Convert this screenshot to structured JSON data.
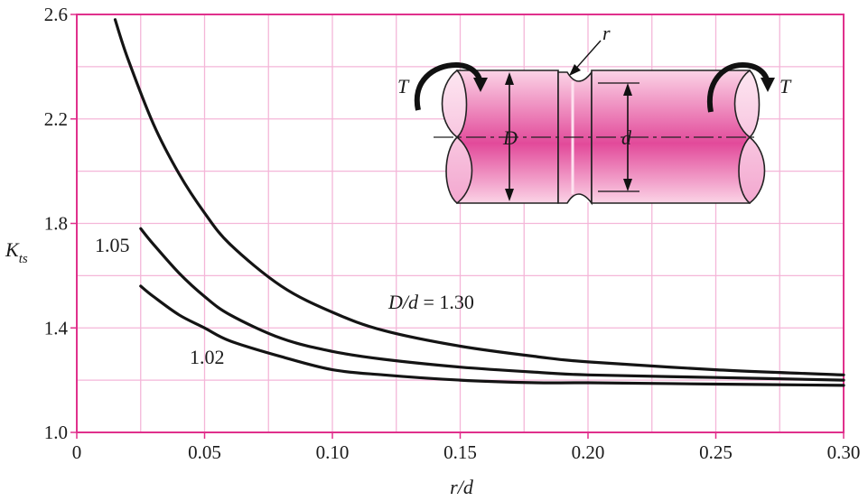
{
  "chart_data": {
    "type": "line",
    "xlabel": "r/d",
    "ylabel": "K_ts",
    "xlim": [
      0,
      0.3
    ],
    "ylim": [
      1.0,
      2.6
    ],
    "x_ticks": [
      "0",
      "0.05",
      "0.10",
      "0.15",
      "0.20",
      "0.25",
      "0.30"
    ],
    "y_ticks": [
      "1.0",
      "1.4",
      "1.8",
      "2.2",
      "2.6"
    ],
    "grid": true,
    "series": [
      {
        "name": "D/d = 1.30",
        "x": [
          0.015,
          0.02,
          0.03,
          0.04,
          0.05,
          0.06,
          0.08,
          0.1,
          0.12,
          0.15,
          0.18,
          0.2,
          0.25,
          0.3
        ],
        "values": [
          2.58,
          2.43,
          2.18,
          1.99,
          1.84,
          1.72,
          1.56,
          1.46,
          1.39,
          1.33,
          1.29,
          1.27,
          1.24,
          1.22
        ]
      },
      {
        "name": "1.05",
        "x": [
          0.025,
          0.03,
          0.04,
          0.05,
          0.06,
          0.08,
          0.1,
          0.12,
          0.15,
          0.18,
          0.2,
          0.25,
          0.3
        ],
        "values": [
          1.78,
          1.72,
          1.61,
          1.52,
          1.45,
          1.36,
          1.31,
          1.28,
          1.25,
          1.23,
          1.22,
          1.21,
          1.2
        ]
      },
      {
        "name": "1.02",
        "x": [
          0.025,
          0.03,
          0.04,
          0.05,
          0.06,
          0.08,
          0.1,
          0.12,
          0.15,
          0.18,
          0.2,
          0.25,
          0.3
        ],
        "values": [
          1.56,
          1.52,
          1.45,
          1.4,
          1.35,
          1.29,
          1.24,
          1.22,
          1.2,
          1.19,
          1.19,
          1.185,
          1.18
        ]
      }
    ],
    "curve_labels": {
      "top": {
        "prefix": "D/d",
        "suffix": " = 1.30"
      },
      "mid": "1.05",
      "low": "1.02"
    },
    "inset": {
      "torque_label": "T",
      "radius_label": "r",
      "big_diameter_label": "D",
      "small_diameter_label": "d"
    },
    "colors": {
      "frame": "#e0308c",
      "grid": "#f4b6d8",
      "curve": "#141414",
      "shaft_dark": "#e24a9a",
      "shaft_light": "#fbd8ea"
    }
  }
}
